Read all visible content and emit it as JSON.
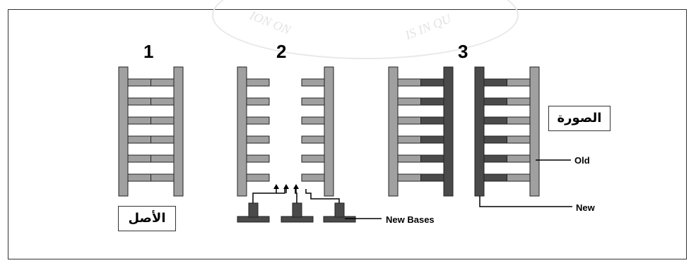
{
  "steps": {
    "one": "1",
    "two": "2",
    "three": "3"
  },
  "labels": {
    "original": "الأصل",
    "copy": "الصورة",
    "old": "Old",
    "new": "New",
    "new_bases": "New Bases"
  },
  "watermark": {
    "text_left": "ION ON",
    "text_right": "IS IN QU"
  },
  "colors": {
    "old_strand": "#a0a0a0",
    "new_strand": "#4a4a4a",
    "outline": "#222222"
  }
}
